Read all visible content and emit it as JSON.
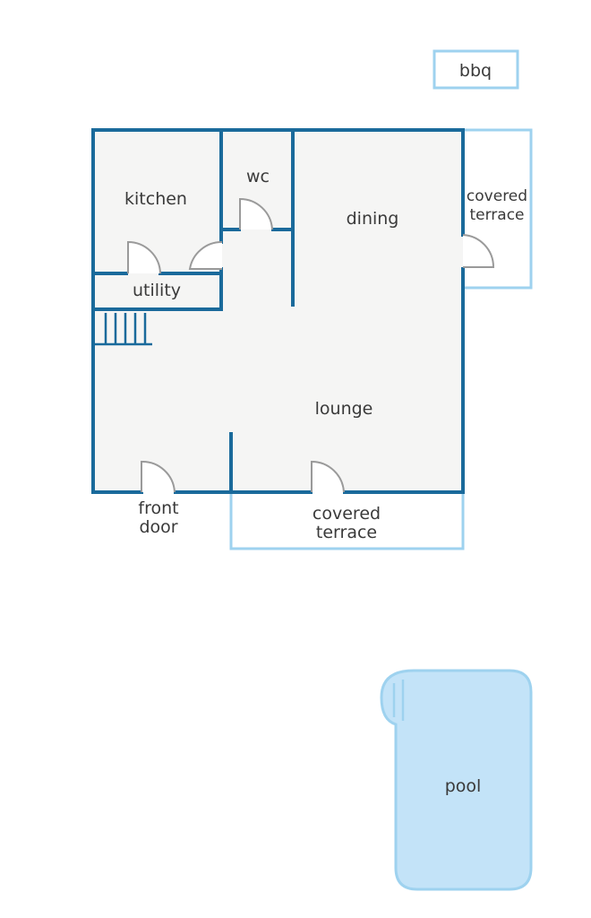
{
  "labels": {
    "bbq": "bbq",
    "kitchen": "kitchen",
    "wc": "wc",
    "dining": "dining",
    "covered_terrace_right_line1": "covered",
    "covered_terrace_right_line2": "terrace",
    "utility": "utility",
    "lounge": "lounge",
    "front_door_line1": "front",
    "front_door_line2": "door",
    "covered_terrace_bottom_line1": "covered",
    "covered_terrace_bottom_line2": "terrace",
    "pool": "pool"
  },
  "colors": {
    "wall": "#1a6a9b",
    "outline_light": "#9ed2ef",
    "floor": "#f5f5f4",
    "pool_fill": "#c3e3f8",
    "door_arc": "#9a9a9a",
    "label_text": "#3a3a3a",
    "background": "#ffffff"
  }
}
